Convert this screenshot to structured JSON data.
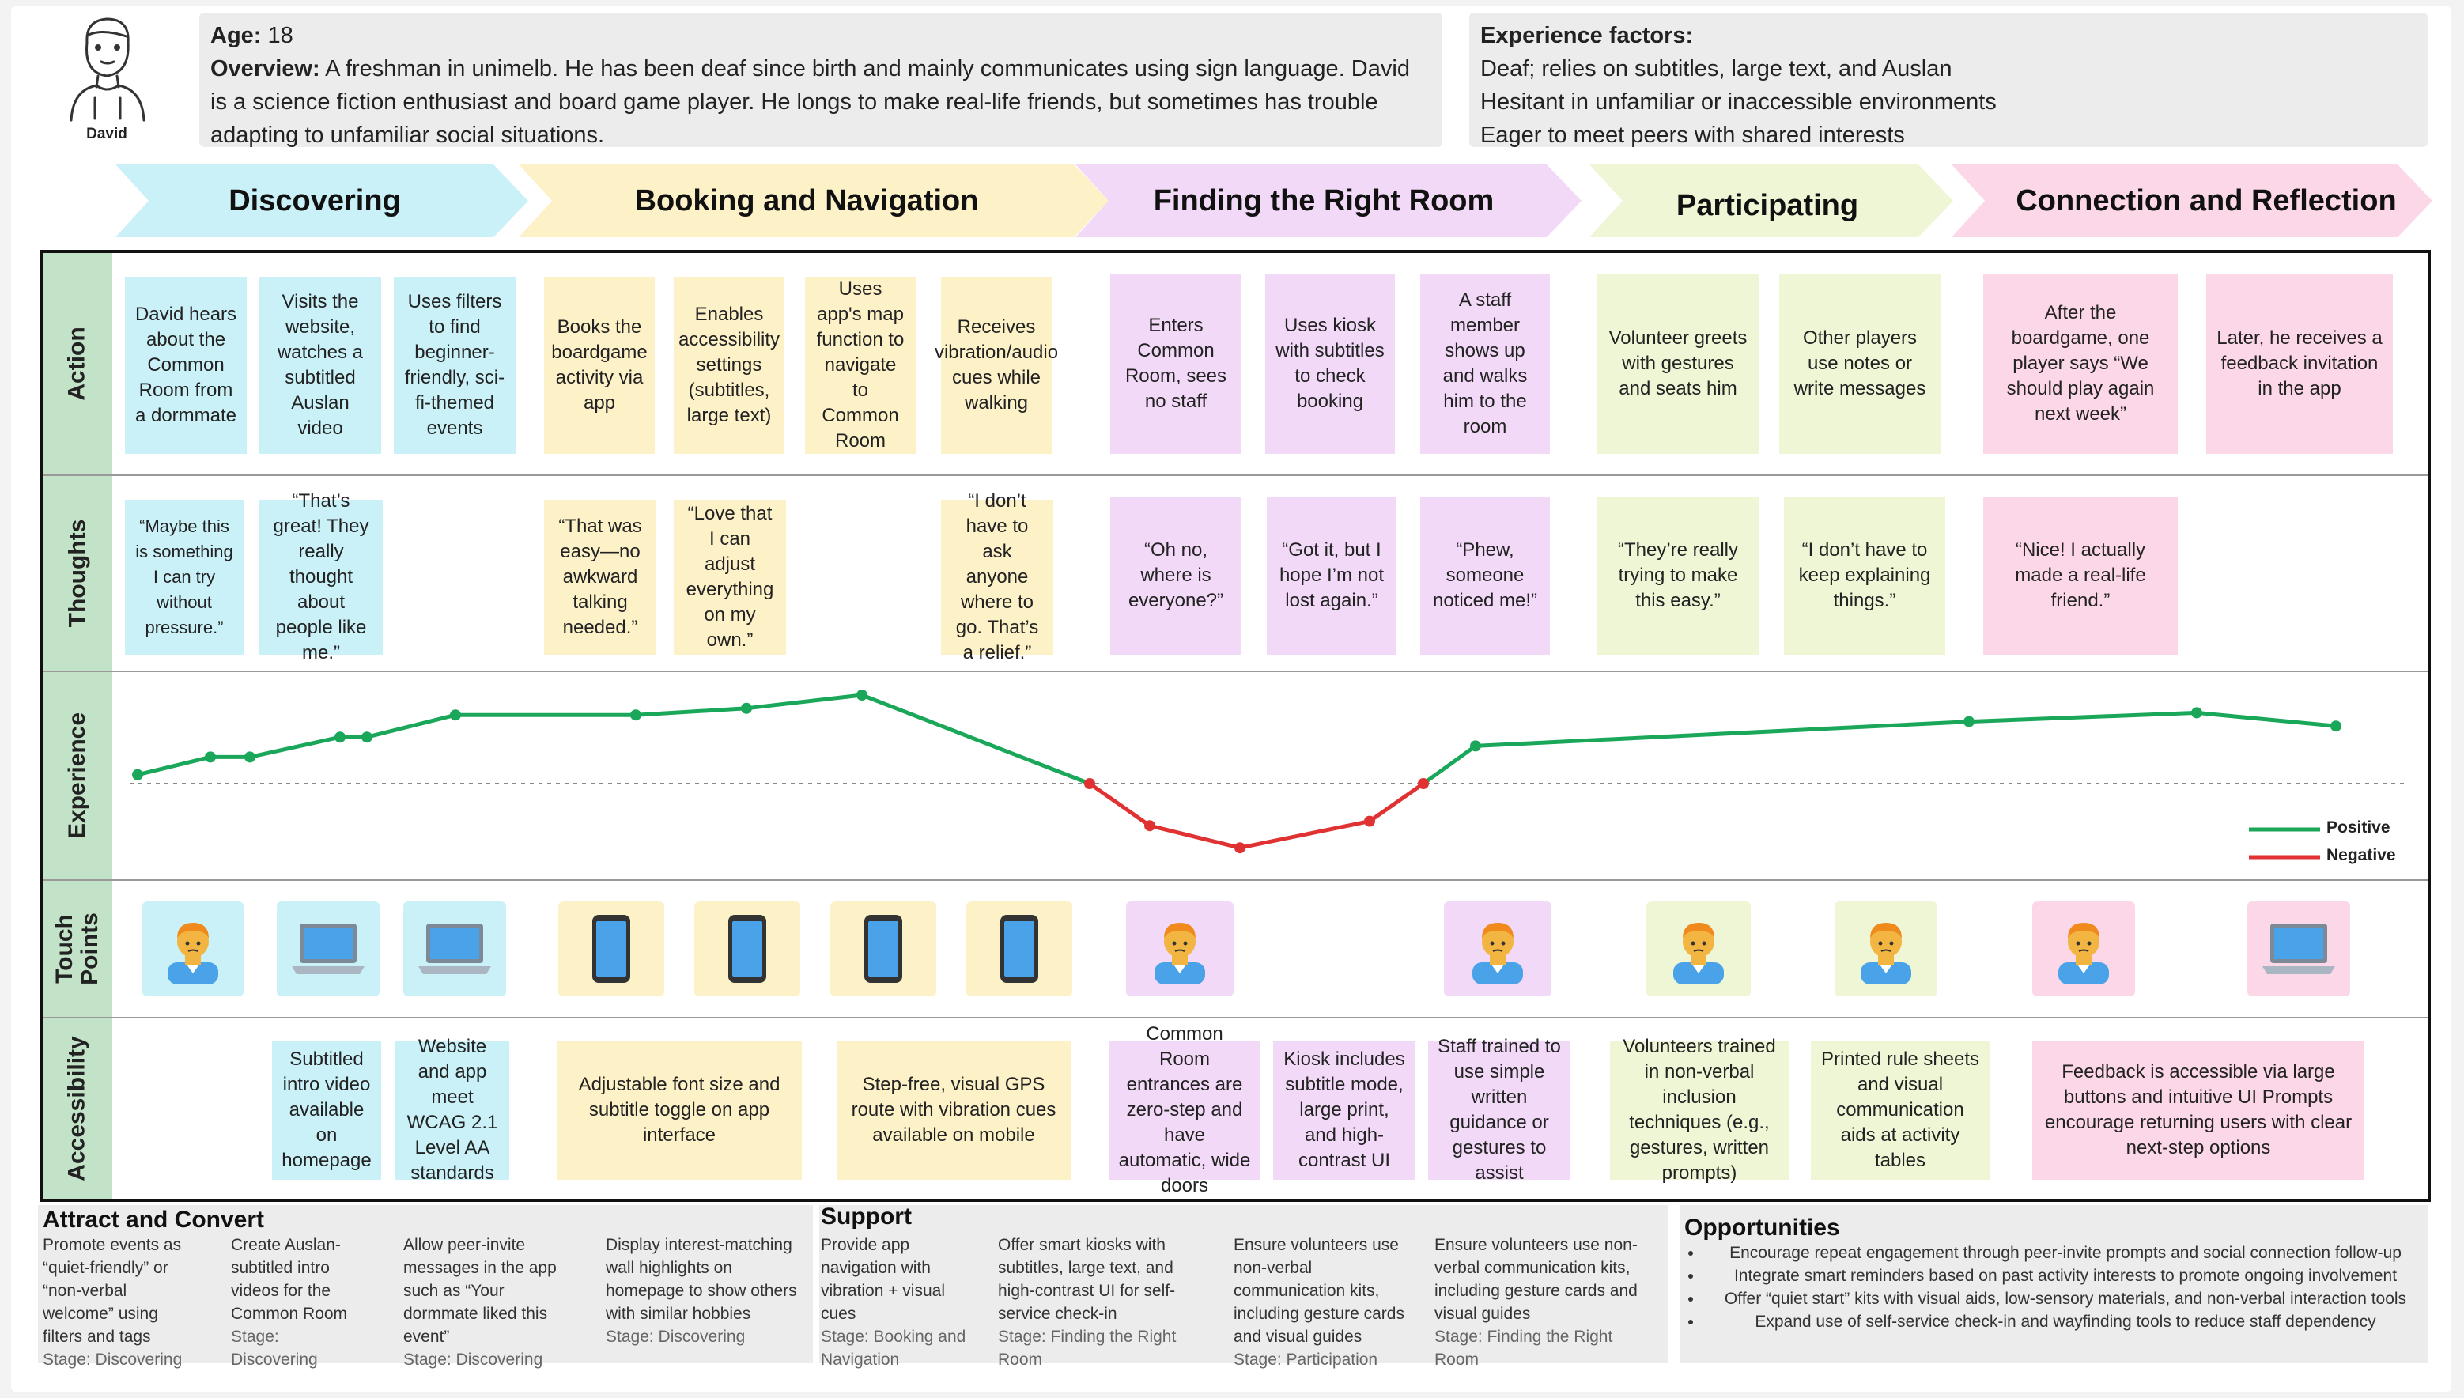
{
  "persona": {
    "name": "David",
    "age_label": "Age:",
    "age": "18",
    "overview_label": "Overview:",
    "overview": "A freshman in unimelb. He has been deaf since birth and mainly communicates using sign language. David is a science fiction enthusiast and board game player. He longs to make real-life friends, but sometimes has trouble adapting to unfamiliar social situations.",
    "factors_title": "Experience factors:",
    "factors": [
      "Deaf; relies on subtitles, large text, and Auslan",
      "Hesitant in unfamiliar or inaccessible environments",
      "Eager to meet peers with shared interests"
    ]
  },
  "stages": [
    "Discovering",
    "Booking and Navigation",
    "Finding the Right Room",
    "Participating",
    "Connection and Reflection"
  ],
  "row_labels": {
    "action": "Action",
    "thoughts": "Thoughts",
    "experience": "Experience",
    "touch_points": "Touch Points",
    "accessibility": "Accessibility"
  },
  "actions": [
    "David hears about the Common Room from a dormmate",
    "Visits the website, watches a subtitled Auslan video",
    "Uses filters to find beginner-friendly, sci-fi-themed events",
    "Books the boardgame activity via app",
    "Enables accessibility settings (subtitles, large text)",
    "Uses app's map function to navigate to Common Room",
    "Receives vibration/audio cues while walking",
    "Enters Common Room, sees no staff",
    "Uses kiosk with subtitles to check booking",
    "A staff member shows up and walks him to the room",
    "Volunteer greets with gestures and seats him",
    "Other players use notes or write messages",
    "After the boardgame, one player says “We should play again next week”",
    "Later, he receives a feedback invitation in the app"
  ],
  "thoughts": [
    "“Maybe this is something I can try without pressure.”",
    "“That’s great! They really thought about people like me.”",
    "“That was easy—no awkward talking needed.”",
    "“Love that I can adjust everything on my own.”",
    "“I don’t have to ask anyone where to go. That’s a relief.”",
    "“Oh no, where is everyone?”",
    "“Got it, but I hope I’m not lost again.”",
    "“Phew, someone noticed me!”",
    "“They’re really trying to make this easy.”",
    "“I don’t have to keep explaining things.”",
    "“Nice! I actually made a real-life friend.”"
  ],
  "legend": {
    "positive": "Positive",
    "negative": "Negative"
  },
  "experience_curve": [
    {
      "step": 1,
      "score": 0.2
    },
    {
      "step": 2,
      "score": 0.6
    },
    {
      "step": 3,
      "score": 0.6
    },
    {
      "step": 4,
      "score": 1.05
    },
    {
      "step": 5,
      "score": 1.05
    },
    {
      "step": 6,
      "score": 1.55
    },
    {
      "step": 7,
      "score": 1.55
    },
    {
      "step": 8,
      "score": 1.7
    },
    {
      "step": 9,
      "score": 2.0
    },
    {
      "step": 10,
      "score": 0.0
    },
    {
      "step": 11,
      "score": -0.95
    },
    {
      "step": 12,
      "score": -1.45
    },
    {
      "step": 13,
      "score": -0.85
    },
    {
      "step": 14,
      "score": 0.0
    },
    {
      "step": 15,
      "score": 0.85
    },
    {
      "step": 16,
      "score": 1.4
    },
    {
      "step": 17,
      "score": 1.6
    },
    {
      "step": 18,
      "score": 1.3
    }
  ],
  "touch_points": [
    "person",
    "laptop",
    "laptop",
    "phone",
    "phone",
    "phone",
    "phone",
    "person",
    "person",
    "person",
    "person",
    "person",
    "laptop"
  ],
  "accessibility": [
    "Subtitled intro video available on homepage",
    "Website and app meet WCAG 2.1 Level AA standards",
    "Adjustable font size and subtitle toggle on app interface",
    "Step-free, visual GPS route with vibration cues available on mobile",
    "Common Room entrances are zero-step and have automatic, wide doors",
    "Kiosk includes subtitle mode, large print, and high-contrast UI",
    "Staff trained to use simple written guidance or gestures to assist",
    "Volunteers trained in non-verbal inclusion techniques (e.g., gestures, written prompts)",
    "Printed rule sheets and visual communication aids at activity tables",
    "Feedback is accessible via large buttons and intuitive UI Prompts encourage returning users with clear next-step options"
  ],
  "attract": {
    "title": "Attract and Convert",
    "items": [
      {
        "text": "Promote events as “quiet-friendly” or “non-verbal welcome” using filters and tags",
        "stage": "Stage: Discovering"
      },
      {
        "text": "Create Auslan-subtitled intro videos for the Common Room",
        "stage": "Stage: Discovering"
      },
      {
        "text": "Allow peer-invite messages in the app such as “Your dormmate liked this event”",
        "stage": "Stage: Discovering"
      },
      {
        "text": "Display interest-matching wall highlights on homepage to show others with similar hobbies",
        "stage": "Stage: Discovering"
      }
    ]
  },
  "support": {
    "title": "Support",
    "items": [
      {
        "text": "Provide app navigation with vibration + visual cues",
        "stage": "Stage: Booking and Navigation"
      },
      {
        "text": "Offer smart kiosks with subtitles, large text, and high-contrast UI for self-service check-in",
        "stage": "Stage: Finding the Right Room"
      },
      {
        "text": "Ensure volunteers use non-verbal communication kits, including gesture cards and visual guides",
        "stage": "Stage: Participation"
      },
      {
        "text": "Ensure volunteers use non-verbal communication kits, including gesture cards and visual guides",
        "stage": "Stage: Finding the Right Room"
      }
    ]
  },
  "opportunities": {
    "title": "Opportunities",
    "items": [
      "Encourage repeat engagement through peer-invite prompts and social connection follow-up",
      "Integrate smart reminders based on past activity interests to promote ongoing involvement",
      "Offer “quiet start” kits with visual aids, low-sensory materials, and non-verbal interaction tools",
      "Expand use of self-service check-in and wayfinding tools to reduce staff dependency"
    ]
  },
  "colors": {
    "positive": "#1aa75a",
    "negative": "#e03232",
    "row_label": "#c3e3c8"
  }
}
